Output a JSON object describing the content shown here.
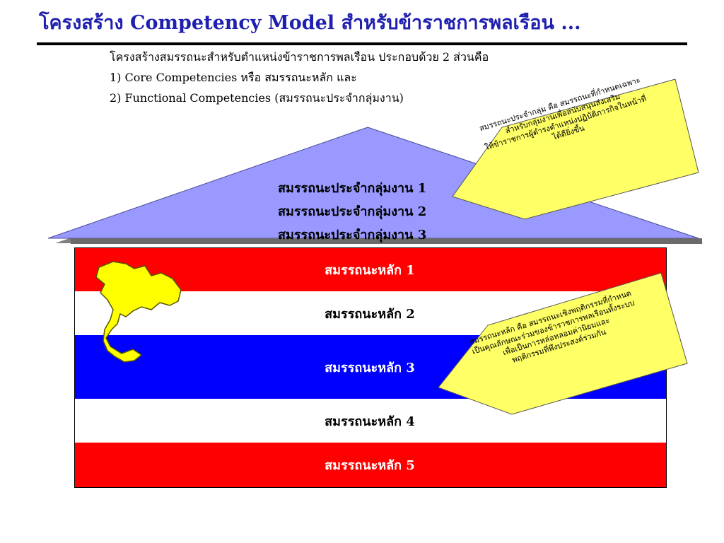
{
  "title": "โครงสร้าง Competency Model สำหรับข้าราชการพลเรือน ...",
  "intro": {
    "line1": "โครงสร้างสมรรถนะสำหรับตำแหน่งข้าราชการพลเรือน ประกอบด้วย 2  ส่วนคือ",
    "line2": "1) Core Competencies หรือ สมรรถนะหลัก และ",
    "line3": "2) Functional Competencies (สมรรถนะประจำกลุ่มงาน)"
  },
  "roof": {
    "items": [
      "สมรรถนะประจำกลุ่มงาน 1",
      "สมรรถนะประจำกลุ่มงาน 2",
      "สมรรถนะประจำกลุ่มงาน 3"
    ],
    "color": "#9999ff"
  },
  "core_bands": [
    {
      "label": "สมรรถนะหลัก 1",
      "bg": "#ff0000",
      "fg": "#ffffff"
    },
    {
      "label": "สมรรถนะหลัก 2",
      "bg": "#ffffff",
      "fg": "#000000"
    },
    {
      "label": "สมรรถนะหลัก 3",
      "bg": "#0000ff",
      "fg": "#ffffff"
    },
    {
      "label": "สมรรถนะหลัก 4",
      "bg": "#ffffff",
      "fg": "#000000"
    },
    {
      "label": "สมรรถนะหลัก 5",
      "bg": "#ff0000",
      "fg": "#ffffff"
    }
  ],
  "callouts": {
    "functional": {
      "lines": [
        "สมรรถนะประจำกลุ่ม คือ สมรรถนะที่กำหนดเฉพาะ",
        "สำหรับกลุ่มงานเพื่อสนับสนุนส่งเสริม",
        "ให้ข้าราชการผู้ดำรงตำแหน่งปฏิบัติภารกิจในหน้าที่",
        "ได้ดียิ่งขึ้น"
      ]
    },
    "core": {
      "lines": [
        "สมรรถนะหลัก คือ สมรรถนะเชิงพฤติกรรมที่กำหนด",
        "เป็นคุณลักษณะร่วมของข้าราชการพลเรือนทั้งระบบ",
        "เพื่อเป็นการหล่อหลอมค่านิยมและ",
        "พฤติกรรมที่พึงประสงค์ร่วมกัน"
      ]
    },
    "color": "#ffff66"
  },
  "map_icon": "thailand-map-icon",
  "map_color": "#ffff00"
}
